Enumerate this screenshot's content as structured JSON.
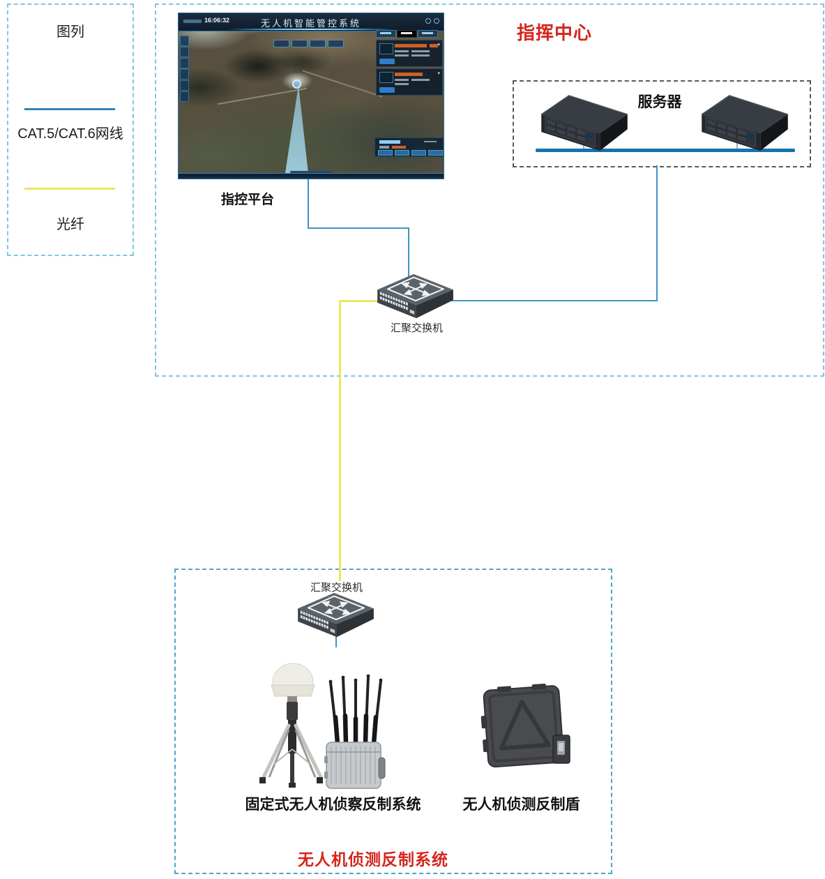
{
  "legend": {
    "title": "图列",
    "items": [
      {
        "label": "CAT.5/CAT.6网线",
        "color": "#2e86b0"
      },
      {
        "label": "光纤",
        "color": "#eee45e"
      }
    ]
  },
  "command_center": {
    "title": "指挥中心",
    "control_platform_label": "指控平台",
    "screen": {
      "title": "无人机智能管控系统",
      "time": "16:06:32"
    },
    "server_group_label": "服务器",
    "aggregation_switch_label": "汇聚交换机"
  },
  "detection_system": {
    "title": "无人机侦测反制系统",
    "aggregation_switch_label": "汇聚交换机",
    "fixed_system_label": "固定式无人机侦察反制系统",
    "shield_label": "无人机侦测反制盾"
  },
  "colors": {
    "cat_cable_blue": "#2e86b0",
    "fiber_yellow": "#eee45e",
    "wire_blue": "#3d93c6",
    "server_bus_blue": "#1274ad",
    "highlight_red": "#d5251d",
    "zone_dash_blue": "#7fc6e0",
    "server_zone_dash_gray": "#555a5e"
  }
}
